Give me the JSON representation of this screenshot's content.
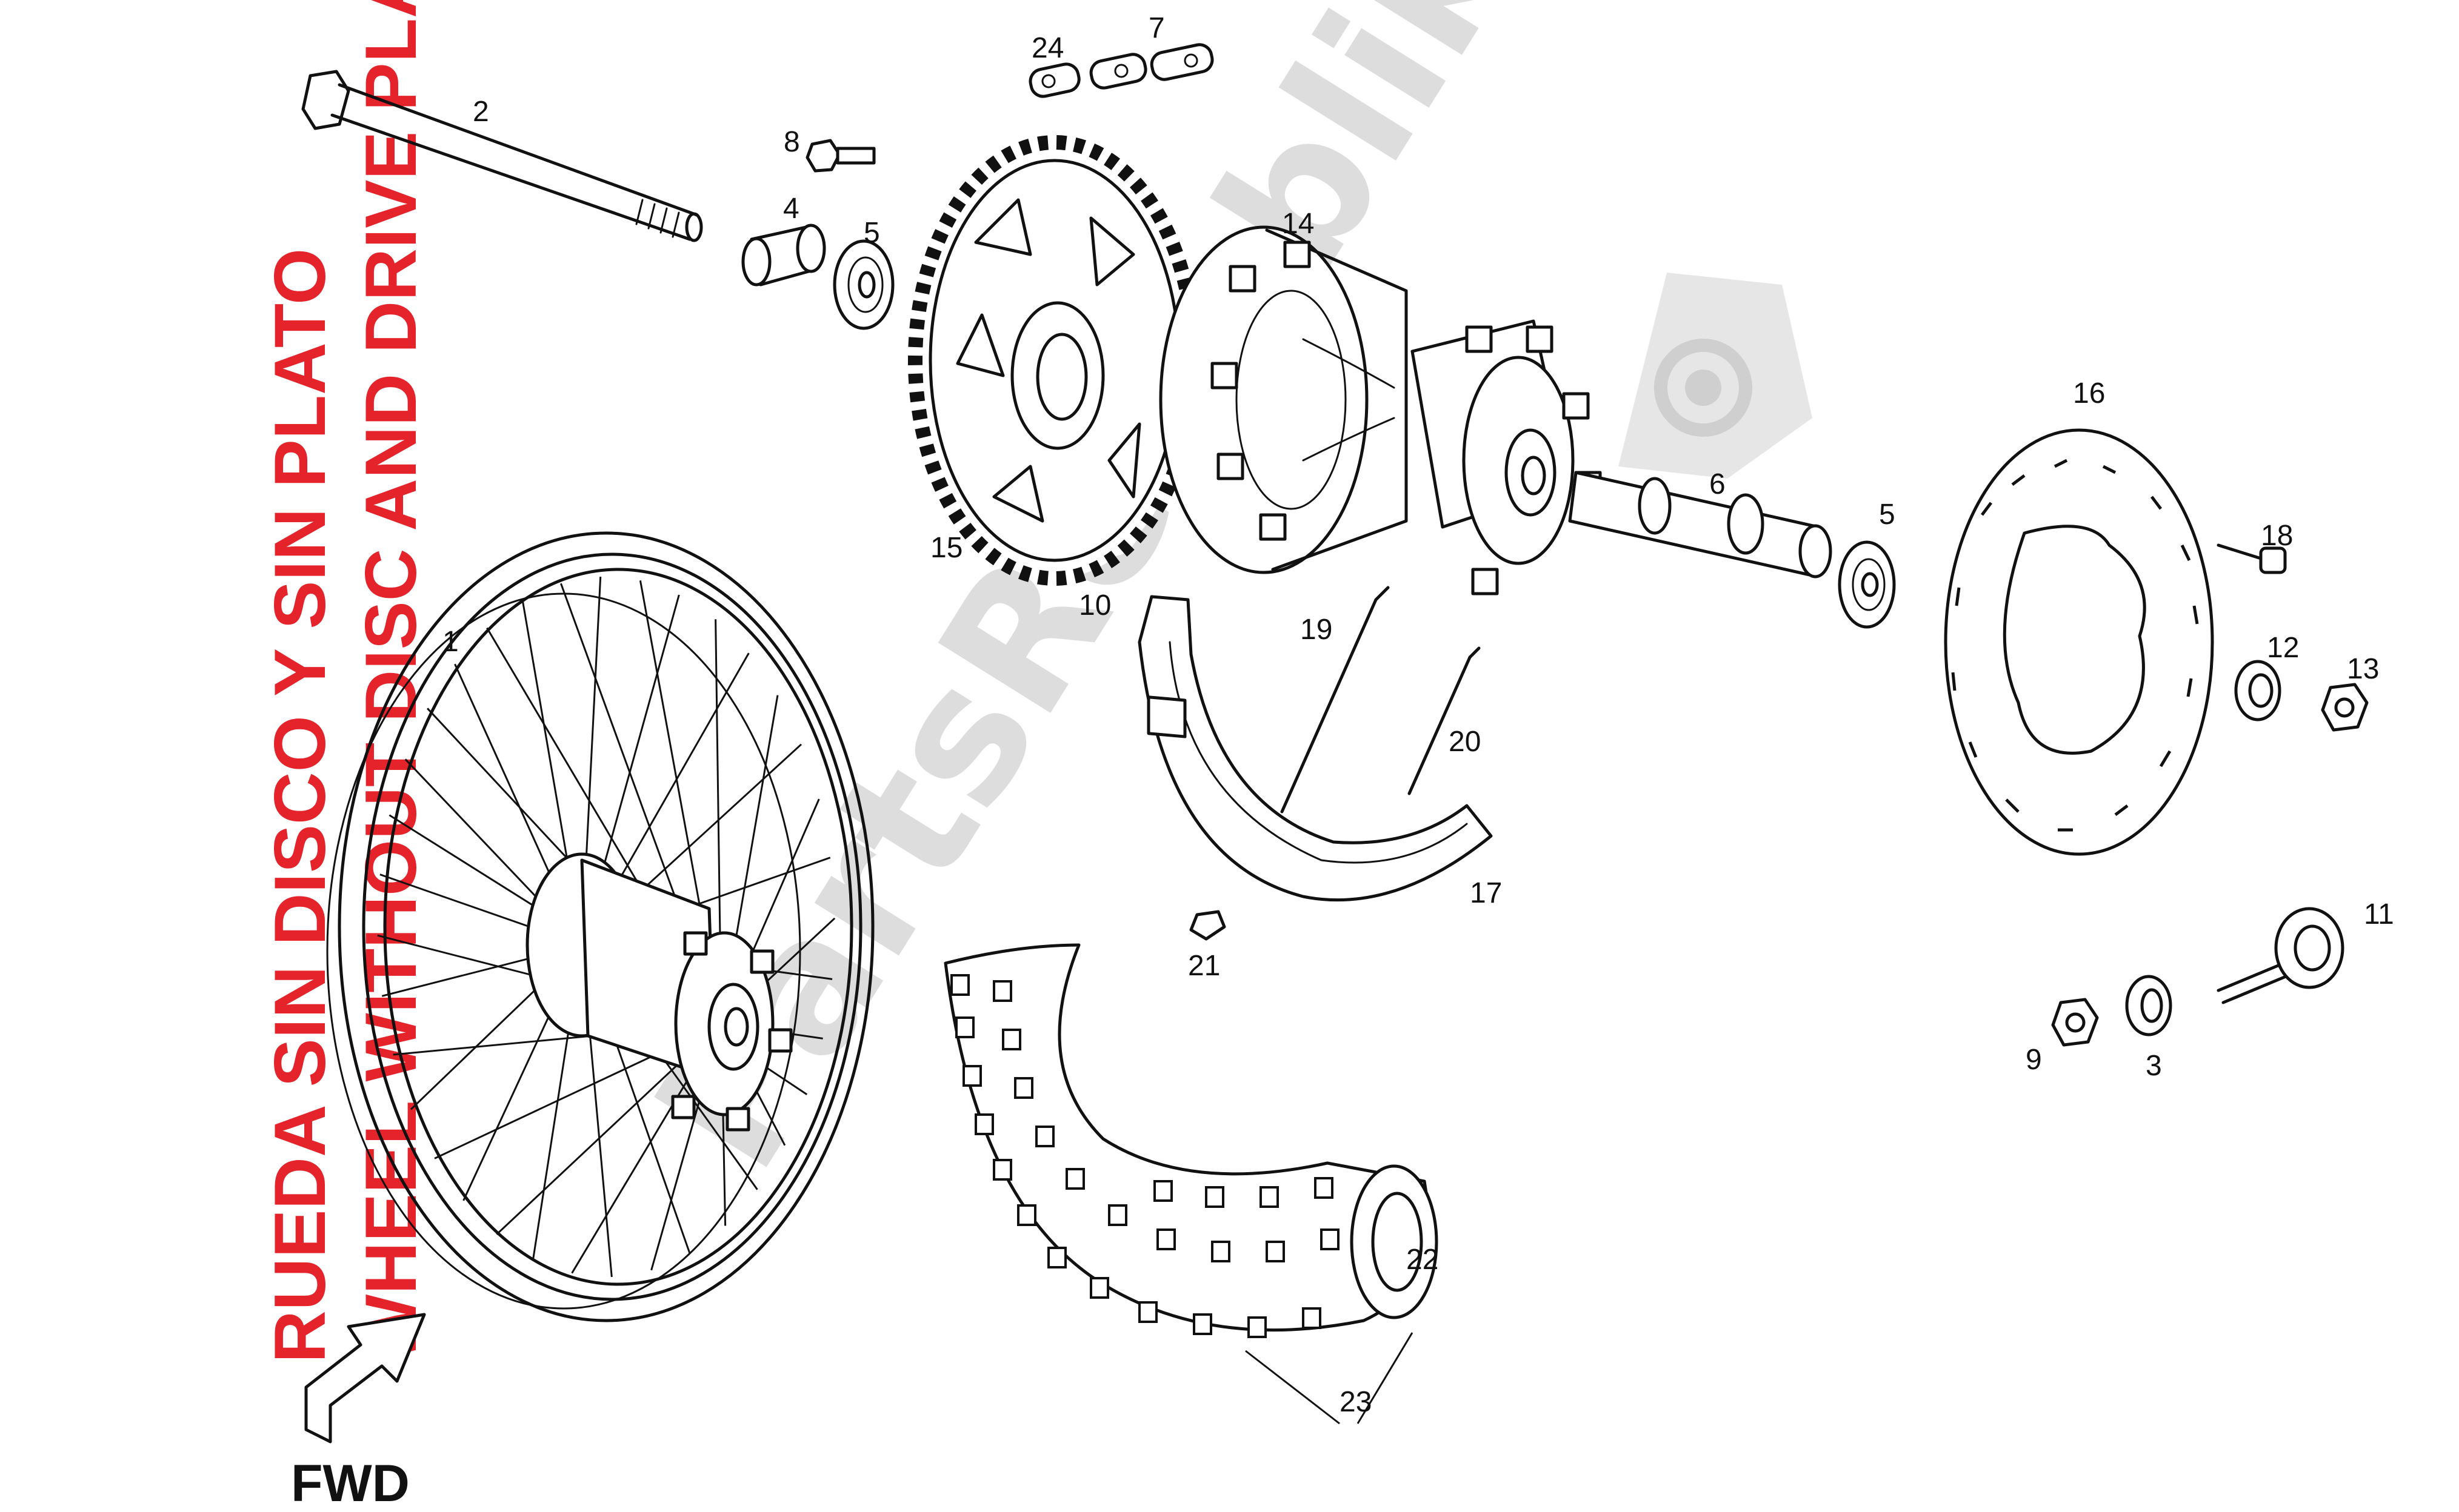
{
  "title": {
    "line1": "RUEDA SIN DISCO Y SIN PLATO",
    "line2": "WHEEL WITHOUT DISC AND DRIVE PLATE"
  },
  "direction": "FWD",
  "watermark": "PartsRepublik",
  "callouts": {
    "c1": "1",
    "c2": "2",
    "c3": "3",
    "c4": "4",
    "c5a": "5",
    "c5b": "5",
    "c6": "6",
    "c7": "7",
    "c8": "8",
    "c9": "9",
    "c10": "10",
    "c11": "11",
    "c12": "12",
    "c13": "13",
    "c14": "14",
    "c15": "15",
    "c16": "16",
    "c17": "17",
    "c18": "18",
    "c19": "19",
    "c20": "20",
    "c21": "21",
    "c22": "22",
    "c23": "23",
    "c24": "24"
  },
  "colors": {
    "title": "#e4232b",
    "line": "#111111",
    "watermark": "#d2d2d2"
  },
  "icons": [
    "fwd-arrow-icon",
    "gear-icon"
  ]
}
